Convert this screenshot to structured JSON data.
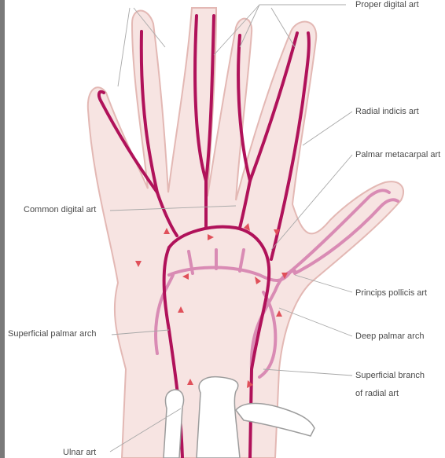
{
  "figure": {
    "labels": {
      "proper_digital_art": "Proper digital art",
      "radial_indicis_art": "Radial indicis art",
      "palmar_metacarpal_art": "Palmar metacarpal art",
      "common_digital_art": "Common digital art",
      "princeps_pollicis_art": "Princips pollicis art",
      "superficial_palmar_arch": "Superficial palmar arch",
      "deep_palmar_arch": "Deep palmar arch",
      "superficial_branch_line1": "Superficial branch",
      "superficial_branch_line2": "of radial art",
      "ulnar_art": "Ulnar art"
    },
    "colors": {
      "skin_fill": "#f7e4e2",
      "skin_outline": "#e3b8b4",
      "artery_dark": "#b0125a",
      "artery_light": "#d98bb4",
      "arrow": "#e0505a",
      "leader_line": "#a8a8a8",
      "bone_fill": "#ffffff",
      "bone_outline": "#9c9c9c",
      "label_text": "#4a4a4a"
    }
  }
}
